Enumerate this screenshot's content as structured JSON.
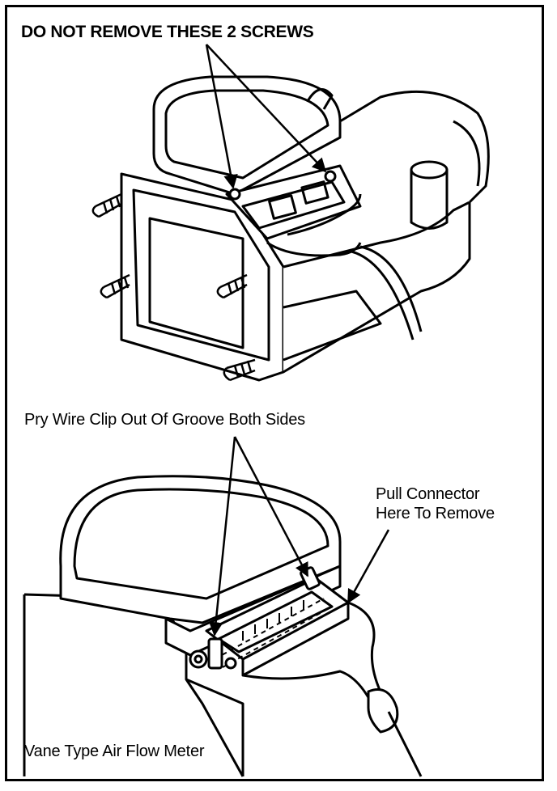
{
  "labels": {
    "screws_warning": "DO NOT REMOVE THESE 2 SCREWS",
    "pry_wire_clip": "Pry Wire Clip Out Of Groove Both Sides",
    "pull_connector_line1": "Pull Connector",
    "pull_connector_line2": "Here To Remove",
    "caption": "Vane Type Air Flow Meter"
  },
  "colors": {
    "ink": "#000000",
    "paper": "#ffffff"
  }
}
